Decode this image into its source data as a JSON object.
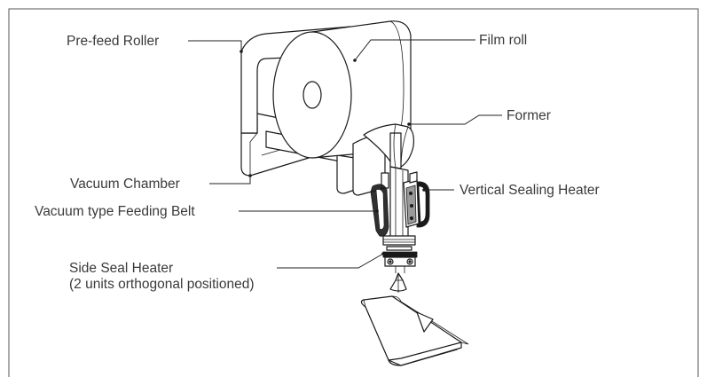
{
  "labels": {
    "pre_feed_roller": "Pre-feed Roller",
    "film_roll": "Film roll",
    "former": "Former",
    "vacuum_chamber": "Vacuum Chamber",
    "vertical_sealing_heater": "Vertical Sealing Heater",
    "vacuum_feeding_belt": "Vacuum type Feeding Belt",
    "side_seal_heater_line1": "Side Seal Heater",
    "side_seal_heater_line2": "(2 units orthogonal positioned)"
  }
}
